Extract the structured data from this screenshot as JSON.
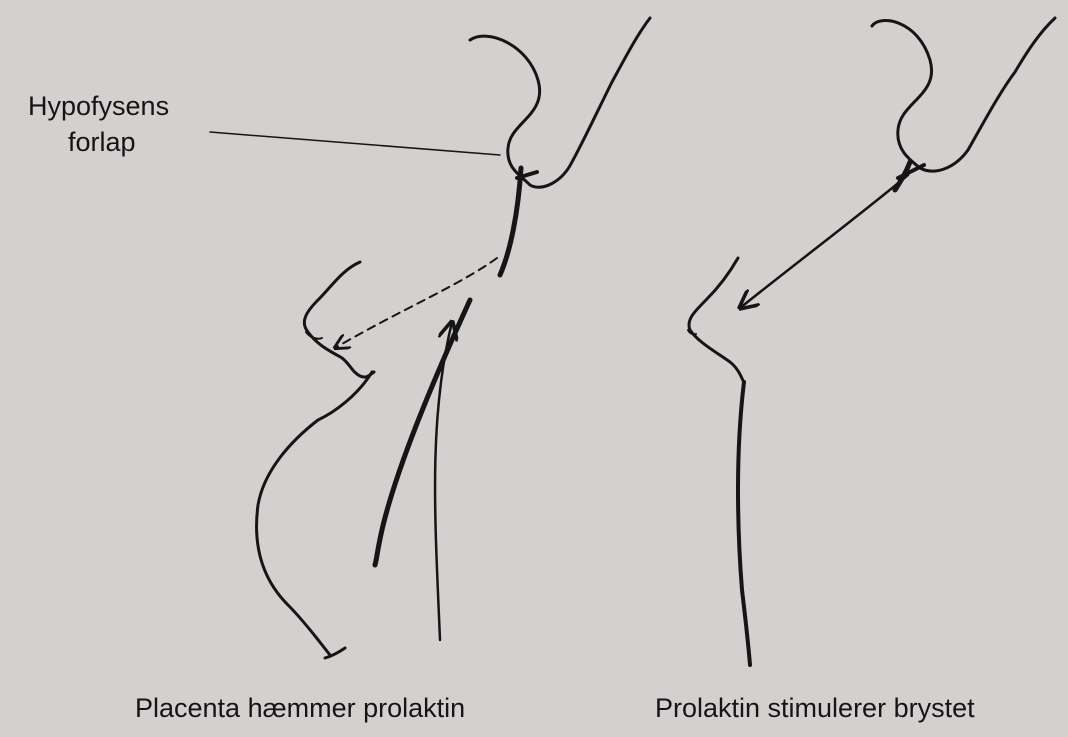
{
  "labels": {
    "pituitary_line1": "Hypofysens",
    "pituitary_line2": "forlap",
    "caption_left": "Placenta hæmmer prolaktin",
    "caption_right": "Prolaktin stimulerer brystet"
  },
  "colors": {
    "paper": "#d3d0cf",
    "ink": "#151515",
    "bleed_through": "#8f8b89"
  }
}
